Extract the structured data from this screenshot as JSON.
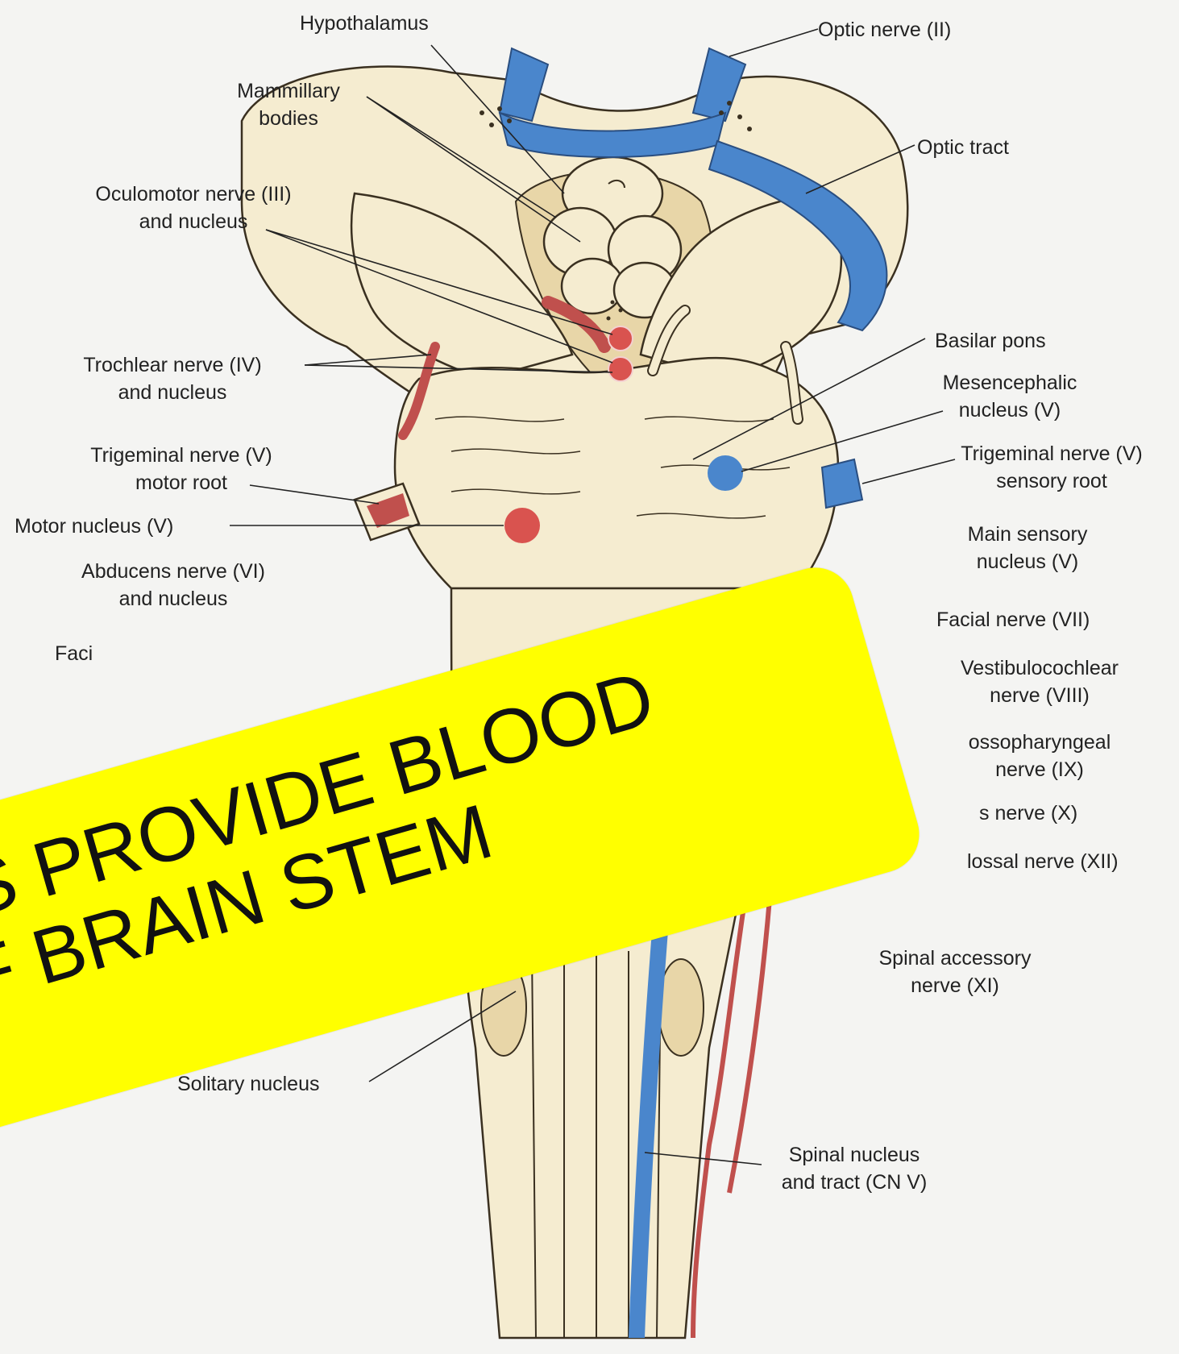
{
  "labels": {
    "hypothalamus": "Hypothalamus",
    "optic_nerve": "Optic nerve (II)",
    "mammillary": [
      "Mammillary",
      "bodies"
    ],
    "optic_tract": "Optic tract",
    "oculomotor": [
      "Oculomotor nerve (III)",
      "and nucleus"
    ],
    "basilar_pons": "Basilar pons",
    "trochlear": [
      "Trochlear nerve (IV)",
      "and nucleus"
    ],
    "mesencephalic": [
      "Mesencephalic",
      "nucleus (V)"
    ],
    "trigeminal_motor": [
      "Trigeminal nerve (V)",
      "motor root"
    ],
    "trigeminal_sensory": [
      "Trigeminal nerve (V)",
      "sensory root"
    ],
    "motor_nucleus": "Motor nucleus (V)",
    "main_sensory": [
      "Main sensory",
      "nucleus (V)"
    ],
    "abducens": [
      "Abducens nerve (VI)",
      "and nucleus"
    ],
    "facial_left_partial": "Faci",
    "facial_nerve": "Facial nerve (VII)",
    "vestibulocochlear": [
      "Vestibulocochlear",
      "nerve (VIII)"
    ],
    "glossopharyngeal": [
      "ossopharyngeal",
      "nerve (IX)"
    ],
    "vagus_partial": "s nerve (X)",
    "hypoglossal_partial": "lossal nerve (XII)",
    "spinal_accessory": [
      "Spinal accessory",
      "nerve (XI)"
    ],
    "solitary_nucleus": "Solitary nucleus",
    "spinal_nucleus": [
      "Spinal nucleus",
      "and tract (CN V)"
    ]
  },
  "banner": {
    "line1": "RIES PROVIDE BLOOD",
    "line2": "OF BRAIN STEM",
    "color": "#ffff00"
  },
  "colors": {
    "tissue": "#f5ecd0",
    "tissue_dark": "#eedfb5",
    "nerve_red": "#c0504d",
    "nucleus_red": "#d9534f",
    "nerve_blue": "#4a86cc",
    "outline": "#3a3020"
  }
}
